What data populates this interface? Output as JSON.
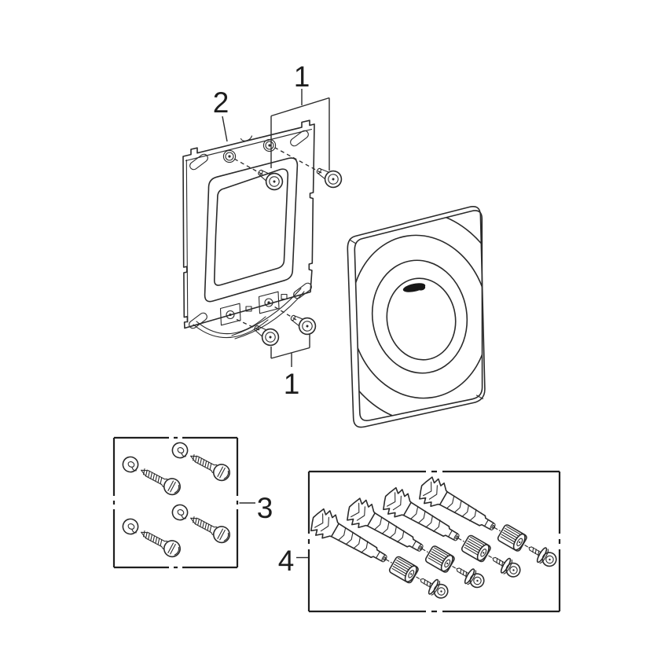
{
  "diagram": {
    "type": "exploded-parts-diagram",
    "background_color": "#ffffff",
    "line_color": "#2a2a2a",
    "logo_color": "#171717",
    "callouts": {
      "part1_top": "1",
      "part2": "2",
      "part1_bottom": "1",
      "part3": "3",
      "part4": "4"
    }
  }
}
